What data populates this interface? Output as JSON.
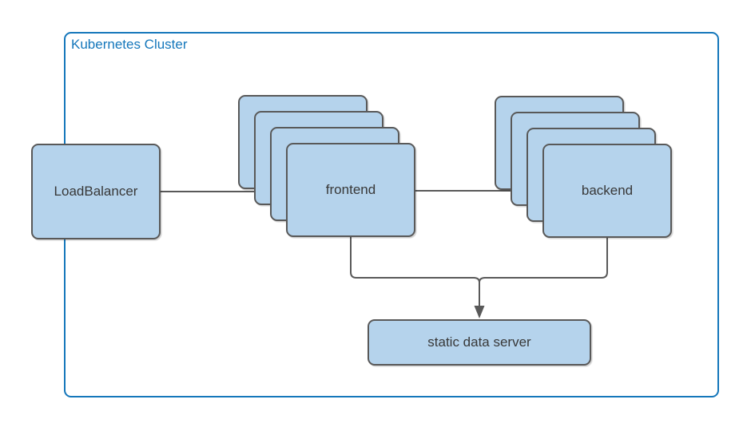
{
  "diagram": {
    "title": "Kubernetes Cluster",
    "nodes": {
      "load_balancer": {
        "label": "LoadBalancer",
        "stack_count": 1
      },
      "frontend": {
        "label": "frontend",
        "stack_count": 4
      },
      "backend": {
        "label": "backend",
        "stack_count": 4
      },
      "static_data_server": {
        "label": "static data server",
        "stack_count": 1
      }
    },
    "edges": [
      {
        "from": "load_balancer",
        "to": "frontend",
        "arrow": true
      },
      {
        "from": "frontend",
        "to": "backend",
        "arrow": true
      },
      {
        "from": "frontend",
        "to": "static_data_server",
        "arrow": true,
        "merged_with": "backend"
      },
      {
        "from": "backend",
        "to": "static_data_server",
        "arrow": true,
        "merged_with": "frontend"
      }
    ],
    "colors": {
      "cluster-border": "#1577bb",
      "title-color": "#1577bb",
      "node-fill": "#b5d3ec",
      "node-stroke": "#595959",
      "edge-color": "#595959",
      "text-color": "#383838",
      "canvas-bg": "#ffffff"
    }
  }
}
